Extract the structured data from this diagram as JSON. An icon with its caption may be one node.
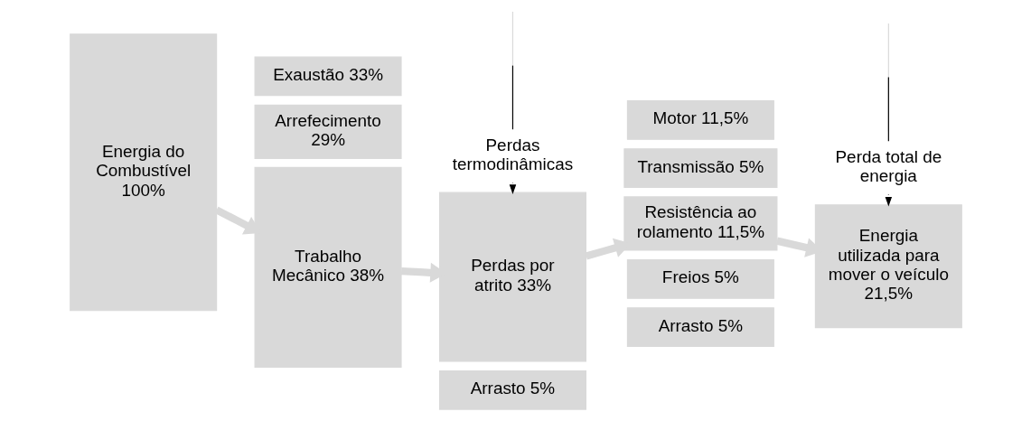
{
  "diagram": {
    "nodes": [
      {
        "text": [
          "Energia do Combustível 100%"
        ]
      },
      {
        "text": [
          "Exaustão 33%"
        ]
      },
      {
        "text": [
          "Arrefecimento 29%"
        ]
      },
      {
        "text": [
          "Trabalho Mecânico 38%"
        ]
      },
      {
        "text": [
          "Perdas termodinâmicas"
        ]
      },
      {
        "text": [
          "Perdas por atrito 33%"
        ]
      },
      {
        "text": [
          "Arrasto 5%"
        ]
      },
      {
        "text": [
          "Motor 11,5%"
        ]
      },
      {
        "text": [
          "Transmissão 5%"
        ]
      },
      {
        "text": [
          "Resistência ao rolamento 11,5%"
        ]
      },
      {
        "text": [
          "Freios 5%"
        ]
      },
      {
        "text": [
          "Arrasto 5%"
        ]
      },
      {
        "text": [
          "Perda total de energia"
        ]
      },
      {
        "text": [
          "Energia utilizada para mover o veículo 21,5%"
        ]
      }
    ],
    "edges": [
      {
        "from": 0,
        "to": 3,
        "arrow": "to",
        "style": "thick",
        "color": "#d9d9d9"
      },
      {
        "from": null,
        "to": 4,
        "arrow": "none",
        "color": "#000000"
      },
      {
        "from": 4,
        "to": 5,
        "arrow": "to",
        "color": "#000000"
      },
      {
        "from": 3,
        "to": 5,
        "arrow": "to",
        "style": "thick",
        "color": "#d9d9d9"
      },
      {
        "from": 5,
        "to": 9,
        "arrow": "to",
        "style": "thick",
        "color": "#d9d9d9"
      },
      {
        "from": null,
        "to": 12,
        "arrow": "none",
        "color": "#000000"
      },
      {
        "from": 12,
        "to": 13,
        "arrow": "to",
        "color": "#000000"
      },
      {
        "from": 9,
        "to": 13,
        "arrow": "to",
        "style": "thick",
        "color": "#d9d9d9"
      }
    ]
  }
}
